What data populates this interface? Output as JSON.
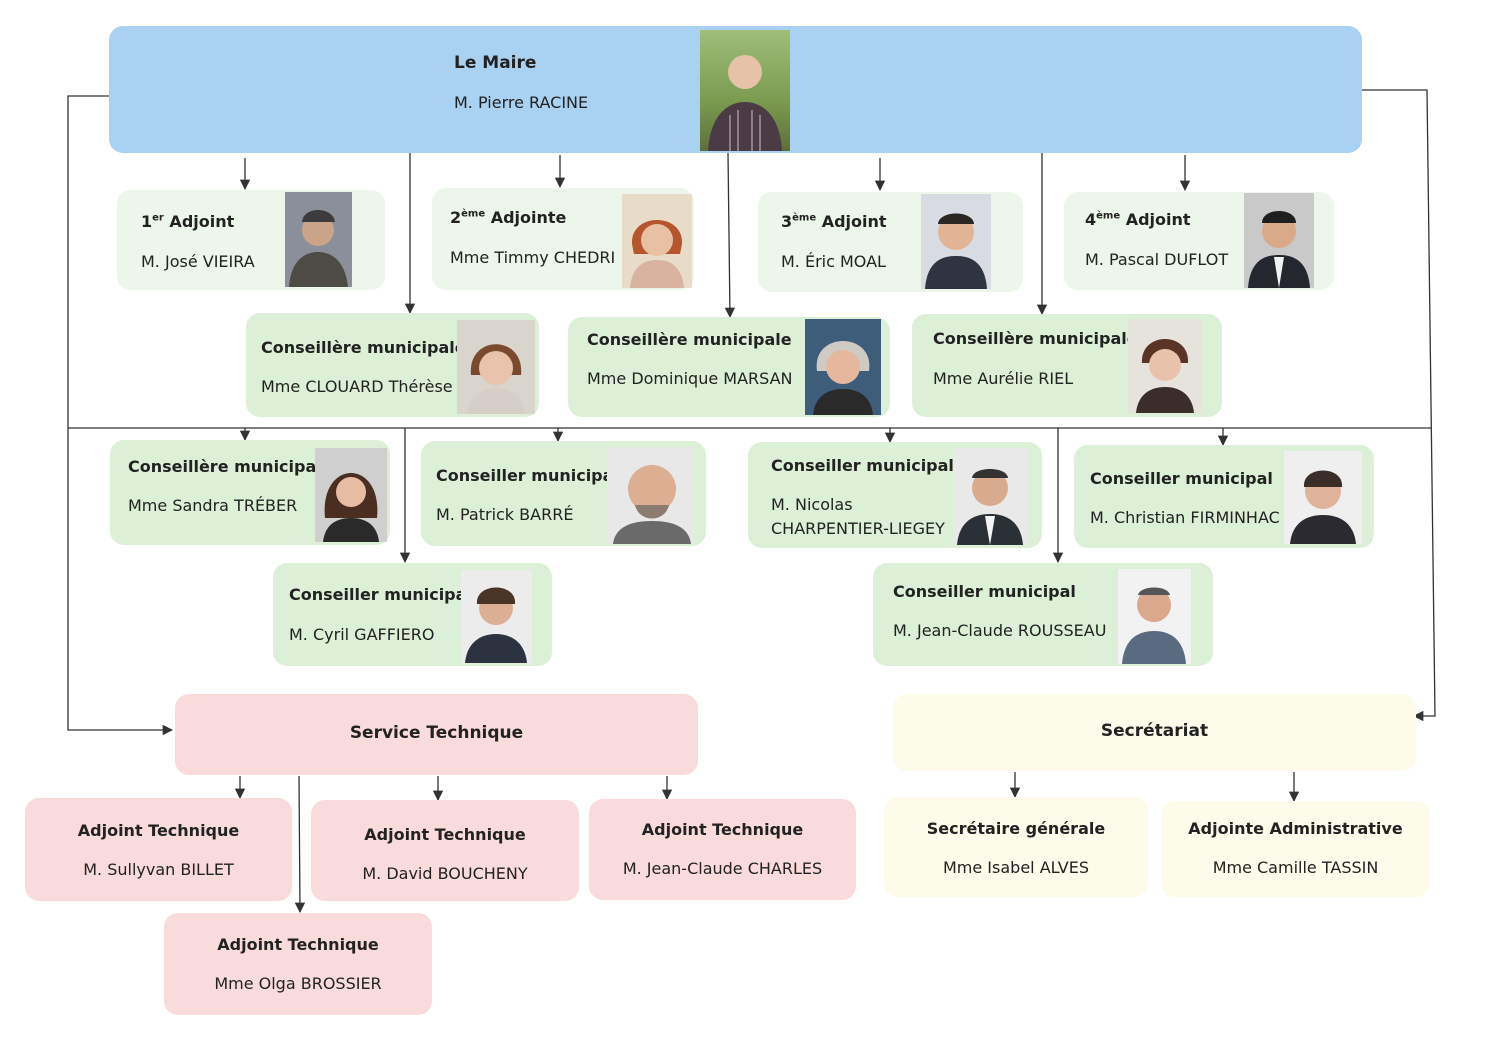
{
  "mayor": {
    "role": "Le Maire",
    "name": "M. Pierre RACINE"
  },
  "adjoints": [
    {
      "num": "1",
      "sup": "er",
      "word": " Adjoint",
      "name": "M. José VIEIRA"
    },
    {
      "num": "2",
      "sup": "ème",
      "word": " Adjointe",
      "name": "Mme Timmy CHEDRI"
    },
    {
      "num": "3",
      "sup": "ème",
      "word": " Adjoint",
      "name": "M. Éric MOAL"
    },
    {
      "num": "4",
      "sup": "ème",
      "word": " Adjoint",
      "name": "M. Pascal DUFLOT"
    }
  ],
  "councillors_row1": [
    {
      "role": "Conseillère municipale",
      "name": "Mme CLOUARD Thérèse"
    },
    {
      "role": "Conseillère municipale",
      "name": "Mme Dominique MARSAN"
    },
    {
      "role": "Conseillère municipale",
      "name": "Mme Aurélie RIEL"
    }
  ],
  "councillors_row2": [
    {
      "role": "Conseillère municipale",
      "name": "Mme Sandra TRÉBER"
    },
    {
      "role": "Conseiller municipal",
      "name": "M. Patrick BARRÉ"
    },
    {
      "role": "Conseiller municipal",
      "name_line1": "M. Nicolas",
      "name_line2": "CHARPENTIER-LIEGEY"
    },
    {
      "role": "Conseiller municipal",
      "name": "M. Christian FIRMINHAC"
    }
  ],
  "councillors_row3": [
    {
      "role": "Conseiller municipal",
      "name": "M. Cyril GAFFIERO"
    },
    {
      "role": "Conseiller municipal",
      "name": "M. Jean-Claude ROUSSEAU"
    }
  ],
  "service_technique": {
    "title": "Service Technique",
    "staff": [
      {
        "role": "Adjoint Technique",
        "name": "M. Sullyvan BILLET"
      },
      {
        "role": "Adjoint Technique",
        "name": "M. David BOUCHENY"
      },
      {
        "role": "Adjoint Technique",
        "name": "M. Jean-Claude CHARLES"
      },
      {
        "role": "Adjoint Technique",
        "name": "Mme Olga BROSSIER"
      }
    ]
  },
  "secretariat": {
    "title": "Secrétariat",
    "staff": [
      {
        "role": "Secrétaire générale",
        "name": "Mme Isabel ALVES"
      },
      {
        "role": "Adjointe Administrative",
        "name": "Mme Camille TASSIN"
      }
    ]
  },
  "colors": {
    "mayor_box": "#a9d1f2",
    "council_box": "#dcefd7",
    "technical_box": "#fadbdb",
    "secretariat_box": "#fdfbe9",
    "connector": "#333333"
  }
}
